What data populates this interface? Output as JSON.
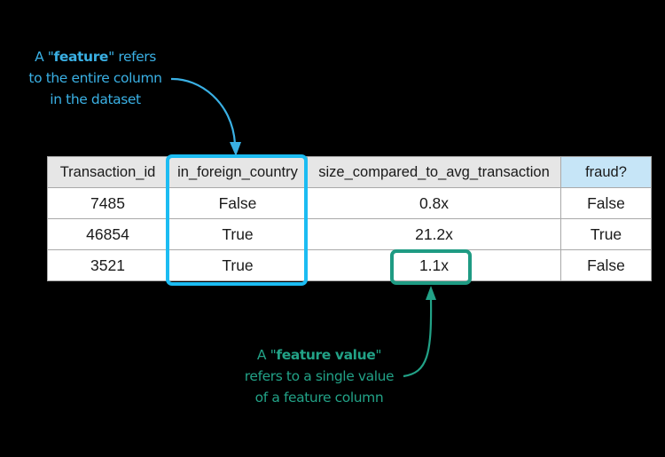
{
  "annotations": {
    "feature": {
      "lines": [
        "A \"feature\" refers",
        "to the entire column",
        "in the dataset"
      ],
      "pre": "A \"",
      "bold": "feature",
      "post": "\" refers",
      "color": "#3ab0e4"
    },
    "feature_value": {
      "lines": [
        "A \"feature value\"",
        "refers to a single value",
        "of a feature column"
      ],
      "pre": "A \"",
      "bold": "feature value",
      "post": "\"",
      "color": "#22a287"
    }
  },
  "table": {
    "headers": [
      "Transaction_id",
      "in_foreign_country",
      "size_compared_to_avg_transaction",
      "fraud?"
    ],
    "rows": [
      [
        "7485",
        "False",
        "0.8x",
        "False"
      ],
      [
        "46854",
        "True",
        "21.2x",
        "True"
      ],
      [
        "3521",
        "True",
        "1.1x",
        "False"
      ]
    ],
    "highlighted_column": "in_foreign_country",
    "highlighted_cell": {
      "row": 2,
      "column": "size_compared_to_avg_transaction",
      "value": "1.1x"
    },
    "target_column": "fraud?"
  },
  "colors": {
    "column_highlight": "#1cbcf2",
    "value_highlight": "#1f9b83",
    "header_bg": "#e6e6e6",
    "target_header_bg": "#c6e5f7"
  }
}
